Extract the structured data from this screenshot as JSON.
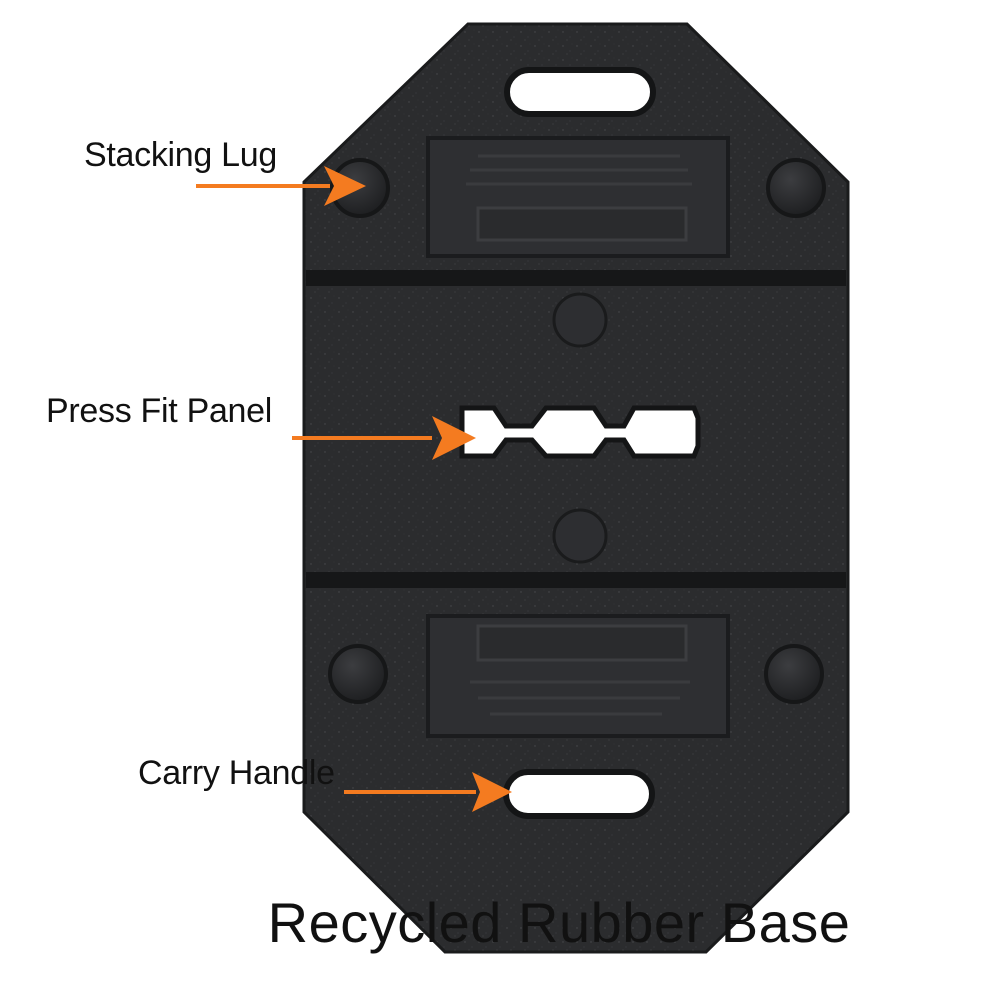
{
  "labels": {
    "stacking_lug": "Stacking Lug",
    "press_fit_panel": "Press Fit Panel",
    "carry_handle": "Carry Handle"
  },
  "caption": "Recycled Rubber Base",
  "colors": {
    "base": "#2b2c2e",
    "base_edge": "#1a1b1c",
    "groove": "#161718",
    "arrow": "#f47b20",
    "text": "#111111"
  }
}
